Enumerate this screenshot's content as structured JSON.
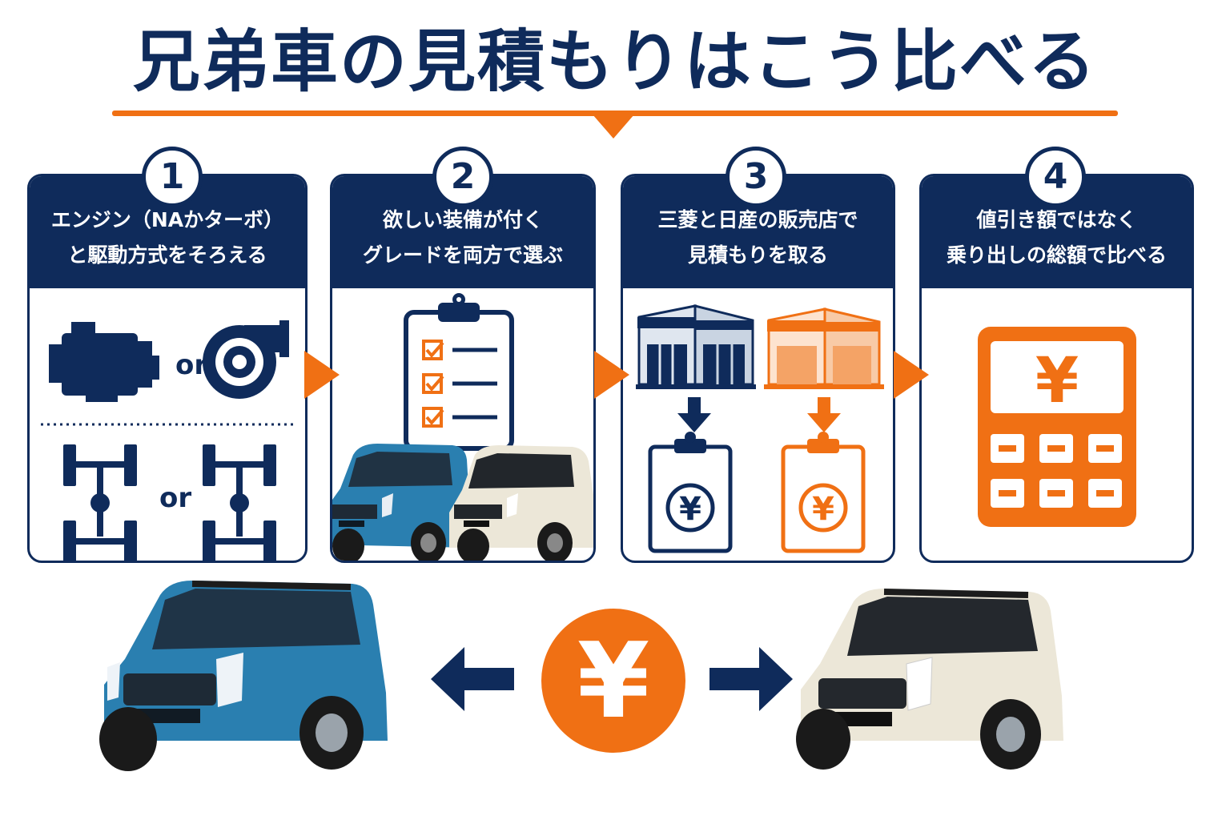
{
  "title": "兄弟車の見積もりはこう比べる",
  "colors": {
    "navy": "#0f2b5b",
    "orange": "#f07014",
    "blue_car": "#2a7fb0",
    "cream_car": "#ece7d8"
  },
  "steps": [
    {
      "number": "1",
      "text": "エンジン（NAかターボ）\nと駆動方式をそろえる",
      "or_top": "or",
      "or_bottom": "or",
      "icons": [
        "engine-icon",
        "turbo-icon",
        "2wd-drivetrain-icon",
        "4wd-drivetrain-icon"
      ]
    },
    {
      "number": "2",
      "text": "欲しい装備が付く\nグレードを両方で選ぶ",
      "icons": [
        "checklist-clipboard-icon",
        "blue-car",
        "cream-car"
      ]
    },
    {
      "number": "3",
      "text": "三菱と日産の販売店で\n見積もりを取る",
      "icons": [
        "dealer-building-icon",
        "estimate-clipboard-icon"
      ],
      "yen_a": "¥",
      "yen_b": "¥"
    },
    {
      "number": "4",
      "text": "値引き額ではなく\n乗り出しの総額で比べる",
      "icons": [
        "calculator-icon"
      ],
      "yen": "¥"
    }
  ],
  "bottom": {
    "yen": "¥",
    "left_car": "blue-car",
    "right_car": "cream-car"
  }
}
